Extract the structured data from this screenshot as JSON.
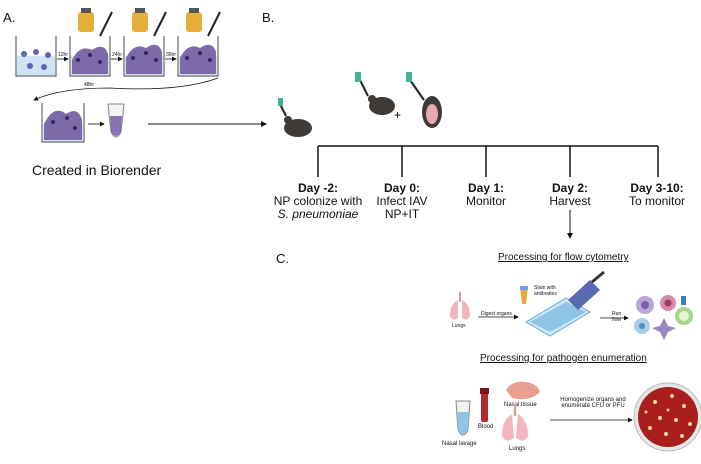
{
  "panels": {
    "a": "A.",
    "b": "B.",
    "c": "C."
  },
  "culture_timings": [
    "12hr",
    "24hr",
    "36hr",
    "48hr"
  ],
  "created_caption": "Created in Biorender",
  "timeline": [
    {
      "title": "Day -2:",
      "desc1": "NP colonize with",
      "desc2": "S. pneumoniae"
    },
    {
      "title": "Day 0:",
      "desc1": "Infect IAV",
      "desc2": "NP+IT"
    },
    {
      "title": "Day 1:",
      "desc1": "Monitor",
      "desc2": ""
    },
    {
      "title": "Day 2:",
      "desc1": "Harvest",
      "desc2": ""
    },
    {
      "title": "Day 3-10:",
      "desc1": "To monitor",
      "desc2": ""
    }
  ],
  "flow": {
    "heading": "Processing for flow cytometry",
    "lungs": "Lungs",
    "digest": "Digest organs",
    "stain1": "Stain with",
    "stain2": "antibodies",
    "run1": "Run",
    "run2": "flow"
  },
  "pathogen": {
    "heading": "Processing for pathogen enumeration",
    "nasal_tissue": "Nasal tissue",
    "blood": "Blood",
    "nasal_lavage": "Nasal lavage",
    "lungs": "Lungs",
    "homog1": "Homogenize organs and",
    "homog2": "enumerate CFU or PFU"
  },
  "colors": {
    "well_fluid": "#cfe3f5",
    "biofilm": "#7e6aa8",
    "bacteria": "#4b3f86",
    "mouse": "#3f3a37",
    "lung": "#f3b6bf",
    "agar": "#a91d1d",
    "colony": "#f1d9a0",
    "syringe_green": "#3fb58a",
    "flask_gold": "#e5b03a"
  }
}
